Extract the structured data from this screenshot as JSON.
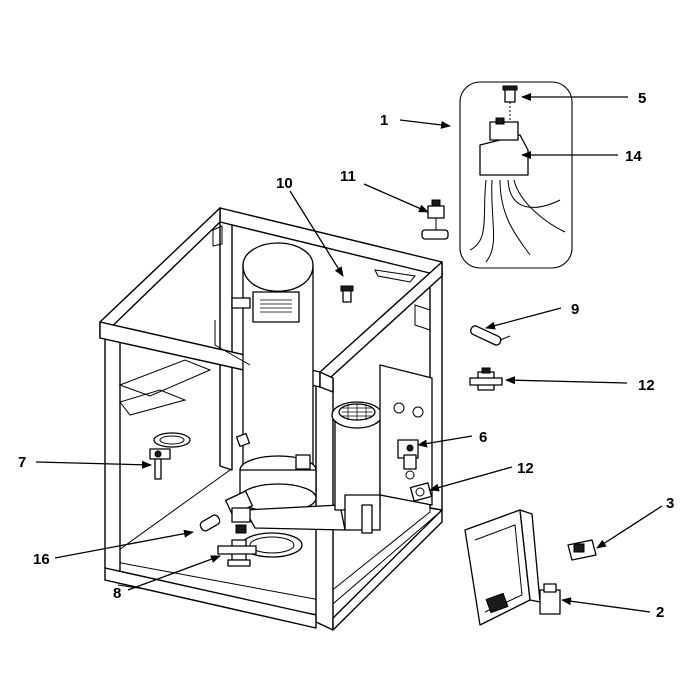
{
  "callouts": {
    "c1": "1",
    "c2": "2",
    "c3": "3",
    "c5": "5",
    "c6": "6",
    "c7": "7",
    "c8": "8",
    "c9": "9",
    "c10": "10",
    "c11": "11",
    "c12a": "12",
    "c12b": "12",
    "c14": "14",
    "c16": "16"
  }
}
